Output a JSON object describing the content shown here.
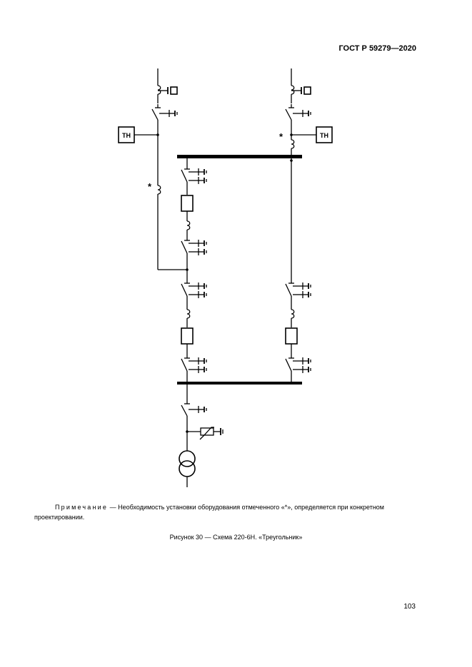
{
  "header": {
    "doc_code": "ГОСТ Р 59279—2020"
  },
  "diagram": {
    "vt_label_left": "ТН",
    "vt_label_right": "ТН",
    "asterisk": "*"
  },
  "note": {
    "lead": "Примечание",
    "text": " — Необходимость установки оборудования отмеченного «*», определяется при конкретном",
    "continuation": "проектировании."
  },
  "caption": "Рисунок 30 — Схема 220-6Н. «Треугольник»",
  "page_number": "103"
}
